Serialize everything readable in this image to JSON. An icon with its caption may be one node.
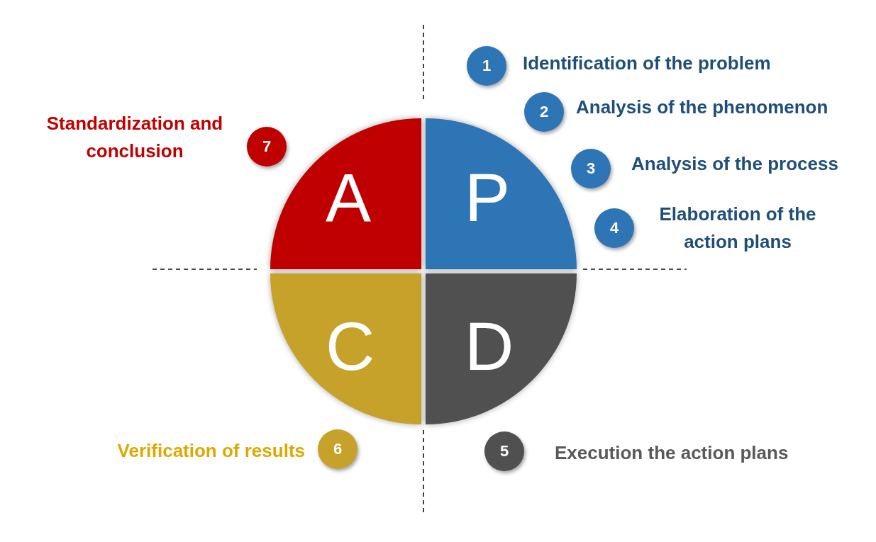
{
  "diagram": {
    "nodes": [
      {
        "text": [
          "A"
        ]
      },
      {
        "text": [
          "P"
        ]
      },
      {
        "text": [
          "C"
        ]
      },
      {
        "text": [
          "D"
        ]
      },
      {
        "text": [
          "1"
        ],
        "beside": [
          "Identification of the problem"
        ]
      },
      {
        "text": [
          "2"
        ],
        "beside": [
          "Analysis of the phenomenon"
        ]
      },
      {
        "text": [
          "3"
        ],
        "beside": [
          "Analysis of the process"
        ]
      },
      {
        "text": [
          "4"
        ],
        "beside": [
          "Elaboration of the action plans"
        ]
      },
      {
        "text": [
          "5"
        ],
        "beside": [
          "Execution the action plans"
        ]
      },
      {
        "text": [
          "6"
        ],
        "beside": [
          "Verification of results"
        ]
      },
      {
        "text": [
          "7"
        ],
        "beside": [
          "Standardization and conclusion"
        ]
      }
    ],
    "edges": []
  }
}
